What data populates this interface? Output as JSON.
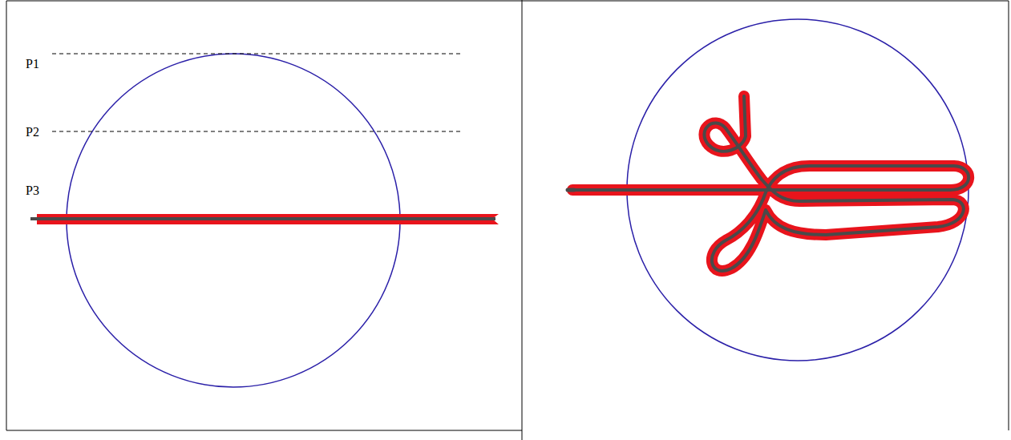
{
  "diagram": {
    "labels": [
      "P1",
      "P2",
      "P3"
    ]
  }
}
